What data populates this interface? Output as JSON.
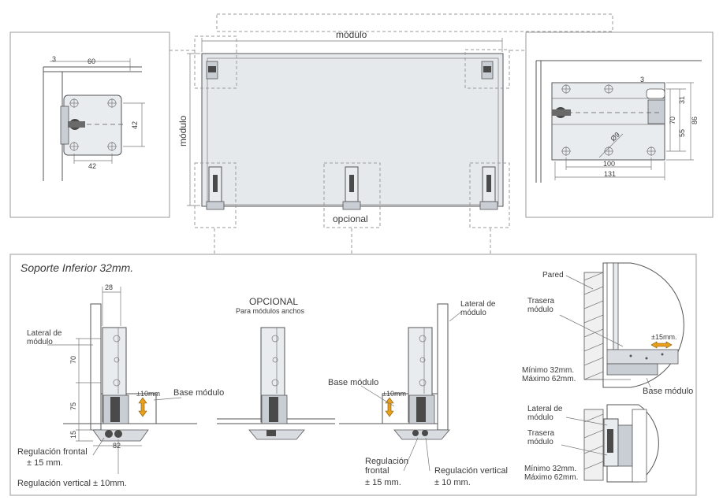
{
  "top_left": {
    "dim_3": "3",
    "dim_60": "60",
    "dim_42_v": "42",
    "dim_42_h": "42"
  },
  "top_center": {
    "modulo_top": "módulo",
    "modulo_left": "módulo",
    "opcional": "opcional"
  },
  "top_right": {
    "dim_3": "3",
    "dim_31": "31",
    "dim_70": "70",
    "dim_86": "86",
    "dim_55": "55",
    "dim_d9": "Ø9",
    "dim_100": "100",
    "dim_131": "131"
  },
  "bottom": {
    "title": "Soporte Inferior 32mm.",
    "left": {
      "dim_28": "28",
      "lateral": [
        "Lateral de",
        "módulo"
      ],
      "dim_70": "70",
      "dim_75": "75",
      "dim_15": "15",
      "dim_82": "82",
      "pm10": "±10mm",
      "base": "Base módulo",
      "reg_frontal": "Regulación frontal",
      "pm15": "± 15 mm.",
      "reg_vertical": "Regulación vertical ± 10mm."
    },
    "center": {
      "title": "OPCIONAL",
      "subtitle": "Para módulos anchos"
    },
    "right": {
      "lateral": [
        "Lateral de",
        "módulo"
      ],
      "base": "Base módulo",
      "pm10": "±10mm",
      "reg_frontal": [
        "Regulación",
        "frontal"
      ],
      "pm15": "± 15 mm.",
      "reg_vertical": "Regulación vertical",
      "pm10b": "± 10 mm."
    },
    "far_right": {
      "pared": "Pared",
      "trasera1": [
        "Trasera",
        "módulo"
      ],
      "pm15": "±15mm.",
      "minimo1": "Mínimo 32mm.",
      "maximo1": "Máximo 62mm.",
      "base": "Base módulo",
      "lateral": [
        "Lateral de",
        "módulo"
      ],
      "trasera2": [
        "Trasera",
        "módulo"
      ],
      "minimo2": "Mínimo 32mm.",
      "maximo2": "Máximo 62mm."
    }
  }
}
